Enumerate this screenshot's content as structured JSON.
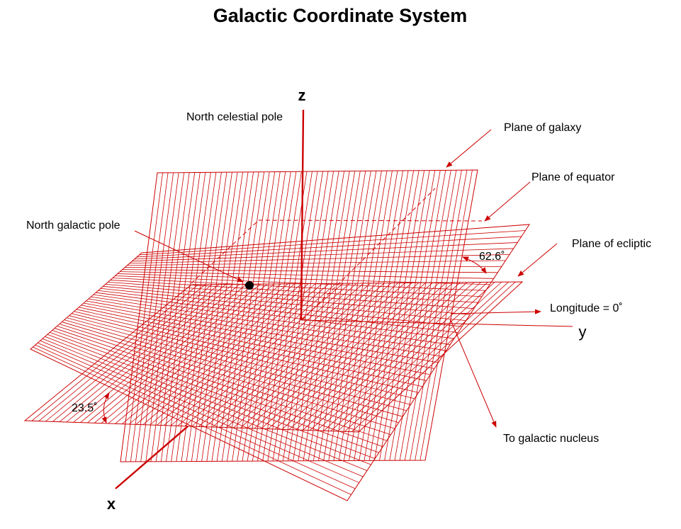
{
  "title": "Galactic Coordinate System",
  "axes": {
    "x": "x",
    "y": "y",
    "z": "z"
  },
  "labels": {
    "north_celestial_pole": "North celestial pole",
    "north_galactic_pole": "North galactic pole",
    "plane_of_galaxy": "Plane of galaxy",
    "plane_of_equator": "Plane of equator",
    "plane_of_ecliptic": "Plane of ecliptic",
    "longitude_zero": "Longitude = 0˚",
    "to_galactic_nucleus": "To galactic nucleus",
    "angle_ecliptic": "23.5˚",
    "angle_galaxy": "62.6˚"
  },
  "colors": {
    "accent": "#cc0000",
    "text": "#000000"
  }
}
